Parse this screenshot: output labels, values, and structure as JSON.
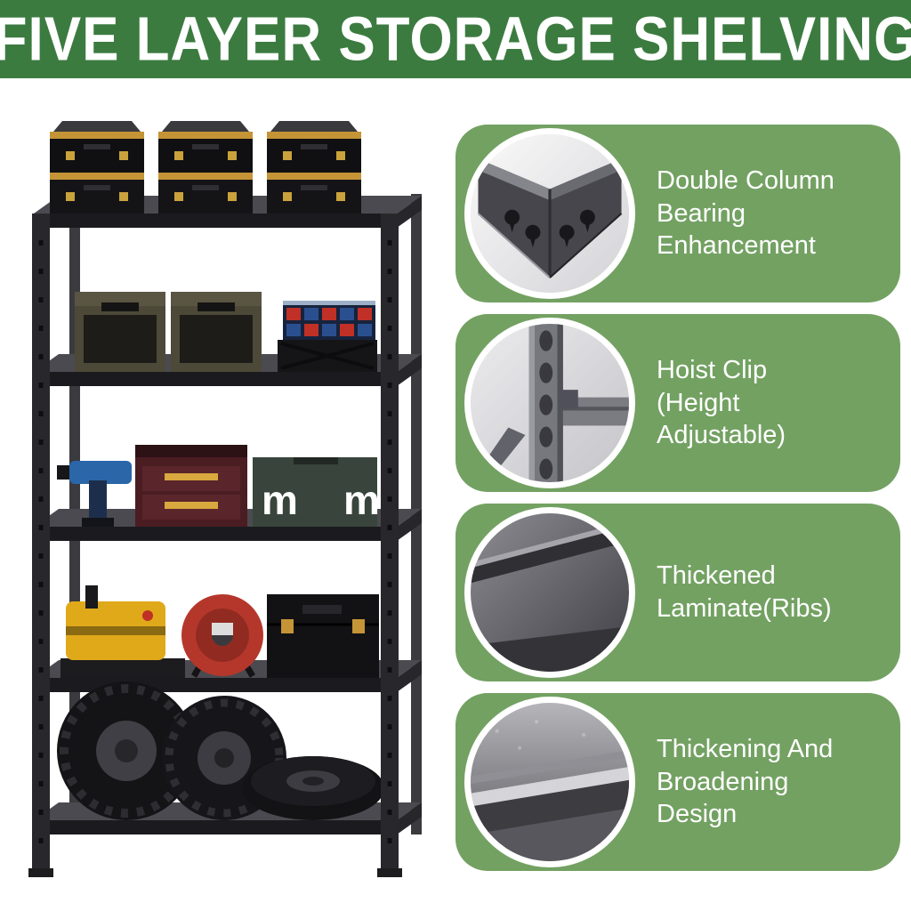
{
  "banner": {
    "title": "FIVE LAYER STORAGE SHELVING"
  },
  "colors": {
    "banner_green": "#3c7b40",
    "card_green": "#73a162",
    "text_white": "#ffffff"
  },
  "product": {
    "description": "Five layer black storage shelving loaded with toolboxes, tool cases, power tools, a cable reel and tires",
    "case_letters": [
      "m",
      "m"
    ]
  },
  "features": [
    {
      "id": "double-column",
      "photo": "corner-bracket-photo",
      "label": "Double Column Bearing Enhancement"
    },
    {
      "id": "hoist-clip",
      "photo": "hoist-clip-photo",
      "label": "Hoist Clip (Height Adjustable)"
    },
    {
      "id": "thickened-laminate",
      "photo": "laminate-panel-photo",
      "label": "Thickened Laminate(Ribs)"
    },
    {
      "id": "thickening-broadening",
      "photo": "beam-edge-photo",
      "label": "Thickening And Broadening Design"
    }
  ]
}
